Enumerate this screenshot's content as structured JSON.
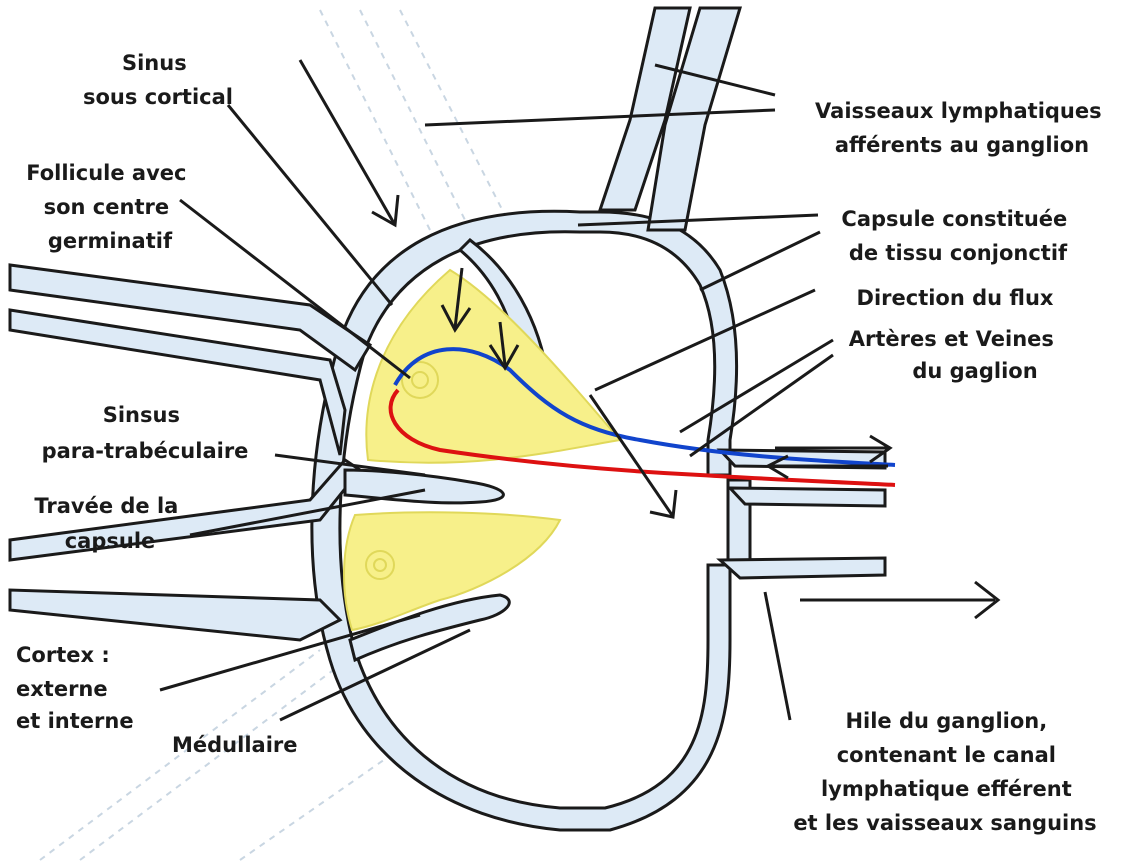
{
  "labels": {
    "sinus_sous_cortical": [
      "Sinus",
      "sous cortical"
    ],
    "follicule": [
      "Follicule avec",
      "son centre",
      "germinatif"
    ],
    "sinsus_para": [
      "Sinsus",
      "para-trabéculaire"
    ],
    "travee": [
      "Travée de la",
      "capsule"
    ],
    "cortex": [
      "Cortex :",
      "externe",
      "et interne"
    ],
    "medullaire": [
      "Médullaire"
    ],
    "vaisseaux_afferents": [
      "Vaisseaux lymphatiques",
      "afférents au ganglion"
    ],
    "capsule": [
      "Capsule constituée",
      "de tissu conjonctif"
    ],
    "direction_flux": [
      "Direction du flux"
    ],
    "arteres_veines": [
      "Artères et Veines",
      "du gaglion"
    ],
    "hile": [
      "Hile du ganglion,",
      "contenant le canal",
      "lymphatique efférent",
      "et les vaisseaux sanguins"
    ]
  },
  "colors": {
    "wall_fill": "#ddeaf6",
    "outline": "#1a1a1a",
    "follicle_fill": "#f7f08a",
    "follicle_stroke": "#e0d85a",
    "artery": "#dd1111",
    "vein": "#1144cc"
  }
}
